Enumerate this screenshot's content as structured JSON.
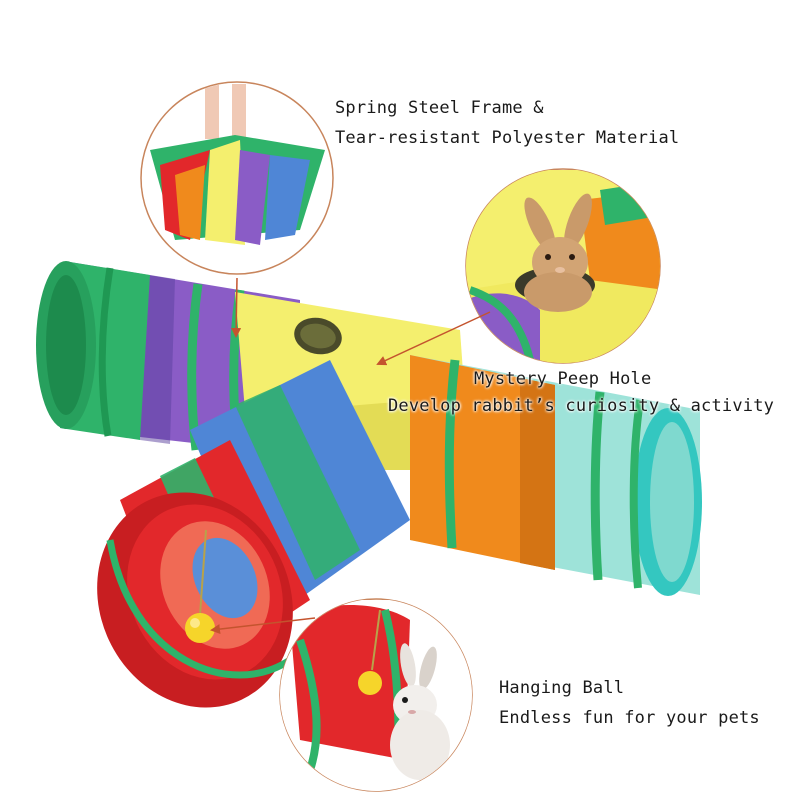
{
  "image": {
    "subject": "rainbow-collapsible-3-way-pet-tunnel",
    "background_color": "#ffffff",
    "tunnel_colors": {
      "green": "#2fb36a",
      "purple": "#8a5cc6",
      "yellow": "#f4ef6e",
      "blue": "#4f86d6",
      "red": "#e2282b",
      "orange": "#f08a1c",
      "teal": "#7fd9cf",
      "cyan": "#34c7c0"
    }
  },
  "callouts": {
    "frame": {
      "line1": "Spring Steel Frame &",
      "line2": "Tear-resistant Polyester Material",
      "icon": "folded-tunnel-photo"
    },
    "peep_hole": {
      "line1": "Mystery Peep Hole",
      "line2": "Develop rabbit’s curiosity & activity",
      "icon": "rabbit-in-peep-hole-photo"
    },
    "ball": {
      "line1": "Hanging Ball",
      "line2": "Endless fun for your pets",
      "icon": "white-rabbit-with-ball-photo"
    }
  },
  "arrow_color": "#c4542e"
}
